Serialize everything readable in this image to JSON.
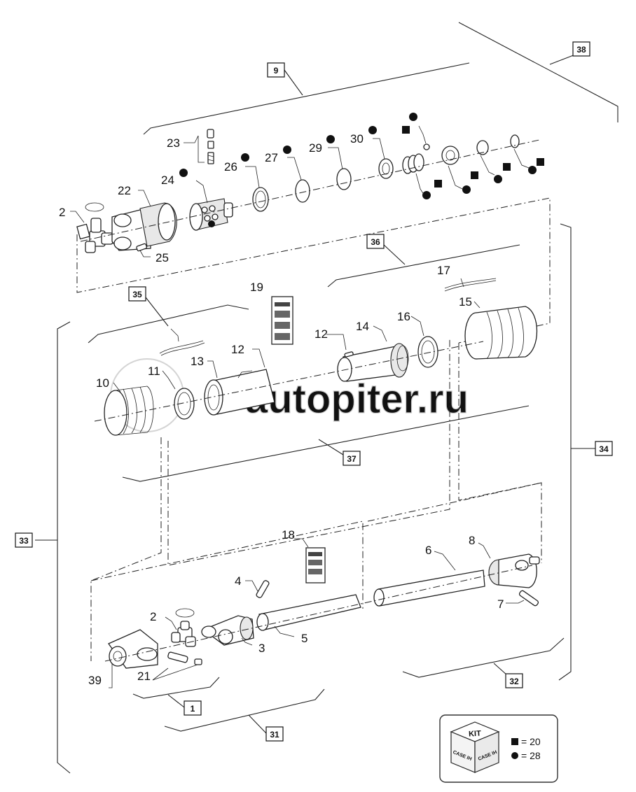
{
  "watermark": "autopiter.ru",
  "part_labels": [
    "2",
    "22",
    "23",
    "24",
    "25",
    "26",
    "27",
    "29",
    "30",
    "19",
    "17",
    "12",
    "14",
    "16",
    "15",
    "10",
    "11",
    "13",
    "12",
    "18",
    "4",
    "6",
    "8",
    "7",
    "2",
    "3",
    "5",
    "39",
    "21"
  ],
  "assembly_boxes": [
    "38",
    "9",
    "36",
    "35",
    "37",
    "34",
    "33",
    "32",
    "1",
    "31"
  ],
  "kit": {
    "title": "KIT",
    "brand": "CASE IH",
    "square_legend": "= 20",
    "circle_legend": "= 28"
  }
}
